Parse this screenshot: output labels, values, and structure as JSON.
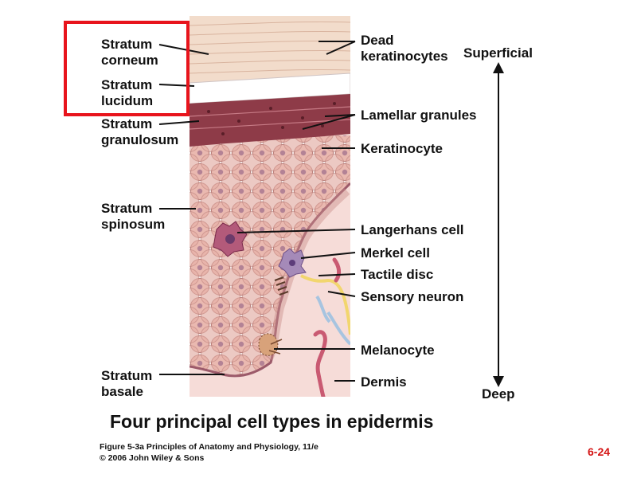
{
  "left_labels": {
    "corneum": [
      "Stratum",
      "corneum"
    ],
    "lucidum": [
      "Stratum",
      "lucidum"
    ],
    "granulosum": [
      "Stratum",
      "granulosum"
    ],
    "spinosum": [
      "Stratum",
      "spinosum"
    ],
    "basale": [
      "Stratum",
      "basale"
    ]
  },
  "right_labels": {
    "dead": [
      "Dead",
      "keratinocytes"
    ],
    "lamellar": "Lamellar granules",
    "keratinocyte": "Keratinocyte",
    "langerhans": "Langerhans cell",
    "merkel": "Merkel cell",
    "tactile": "Tactile disc",
    "sensory": "Sensory neuron",
    "melanocyte": "Melanocyte",
    "dermis": "Dermis"
  },
  "axis": {
    "top": "Superficial",
    "bottom": "Deep"
  },
  "caption": "Four principal cell types in epidermis",
  "credit": [
    "Figure 5-3a  Principles of Anatomy and Physiology, 11/e",
    "© 2006 John Wiley & Sons"
  ],
  "slide_number": "6-24",
  "colors": {
    "highlight": "#e8141c",
    "slide_number": "#d41414",
    "corneum": "#f2dccb",
    "granulosum": "#8e3b48",
    "cell": "#eab9b0",
    "dermis": "#f6dcd8"
  }
}
